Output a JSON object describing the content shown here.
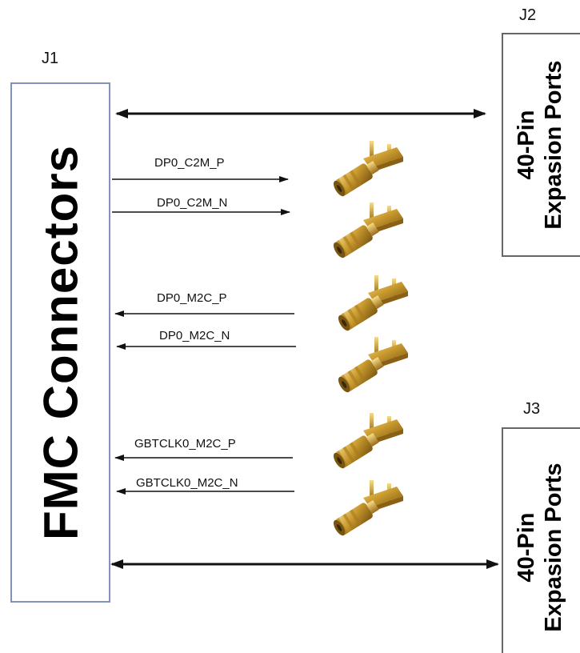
{
  "blocks": {
    "fmc": {
      "ref": "J1",
      "label": "FMC Connectors"
    },
    "ports": [
      {
        "ref": "J2",
        "line1": "40-Pin",
        "line2": "Expasion Ports"
      },
      {
        "ref": "J3",
        "line1": "40-Pin",
        "line2": "Expasion Ports"
      }
    ]
  },
  "signals": [
    {
      "name": "DP0_C2M_P",
      "direction": "to-connector"
    },
    {
      "name": "DP0_C2M_N",
      "direction": "to-connector"
    },
    {
      "name": "DP0_M2C_P",
      "direction": "to-fmc"
    },
    {
      "name": "DP0_M2C_N",
      "direction": "to-fmc"
    },
    {
      "name": "GBTCLK0_M2C_P",
      "direction": "to-fmc"
    },
    {
      "name": "GBTCLK0_M2C_N",
      "direction": "to-fmc"
    }
  ],
  "connector_icon": "sma-connector-icon",
  "colors": {
    "fmc_border": "#7f93bd",
    "port_border": "#666666",
    "wire": "#111111",
    "sma_gold": "#c99a2e"
  }
}
